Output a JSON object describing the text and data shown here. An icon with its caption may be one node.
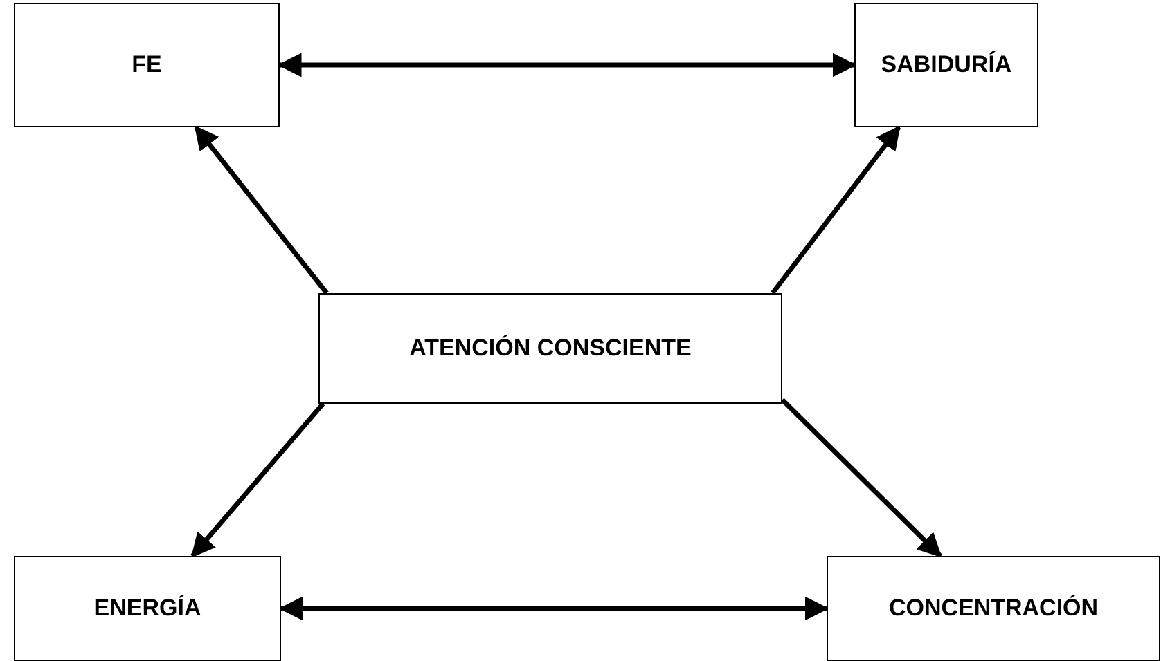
{
  "diagram": {
    "nodes": [
      {
        "text": [
          "FE"
        ]
      },
      {
        "text": [
          "SABIDURÍA"
        ]
      },
      {
        "text": [
          "ATENCIÓN CONSCIENTE"
        ]
      },
      {
        "text": [
          "ENERGÍA"
        ]
      },
      {
        "text": [
          "CONCENTRACIÓN"
        ]
      }
    ],
    "edges": [
      {
        "from": 2,
        "to": 0,
        "arrow": "to"
      },
      {
        "from": 2,
        "to": 1,
        "arrow": "to"
      },
      {
        "from": 2,
        "to": 3,
        "arrow": "to"
      },
      {
        "from": 2,
        "to": 4,
        "arrow": "to"
      },
      {
        "from": 0,
        "to": 1,
        "arrow": "both"
      },
      {
        "from": 3,
        "to": 4,
        "arrow": "both"
      }
    ]
  }
}
